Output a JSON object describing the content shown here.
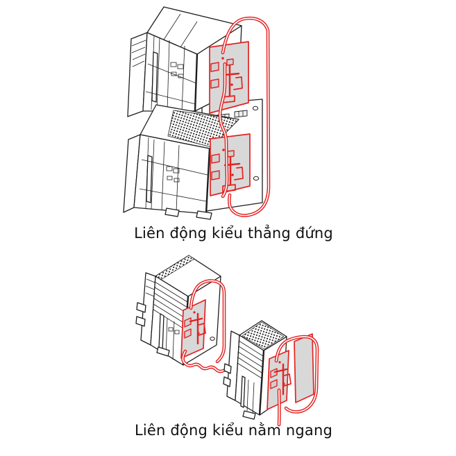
{
  "figures": [
    {
      "id": "vertical-interlock",
      "caption": "Liên động kiểu thẳng đứng"
    },
    {
      "id": "horizontal-interlock",
      "caption": "Liên động kiểu nằm ngang"
    }
  ],
  "colors": {
    "interlock_red": "#e32221",
    "plate_gray": "#d8d8d8",
    "outline": "#1d1d1d",
    "caption_text": "#101010",
    "background": "#ffffff"
  }
}
